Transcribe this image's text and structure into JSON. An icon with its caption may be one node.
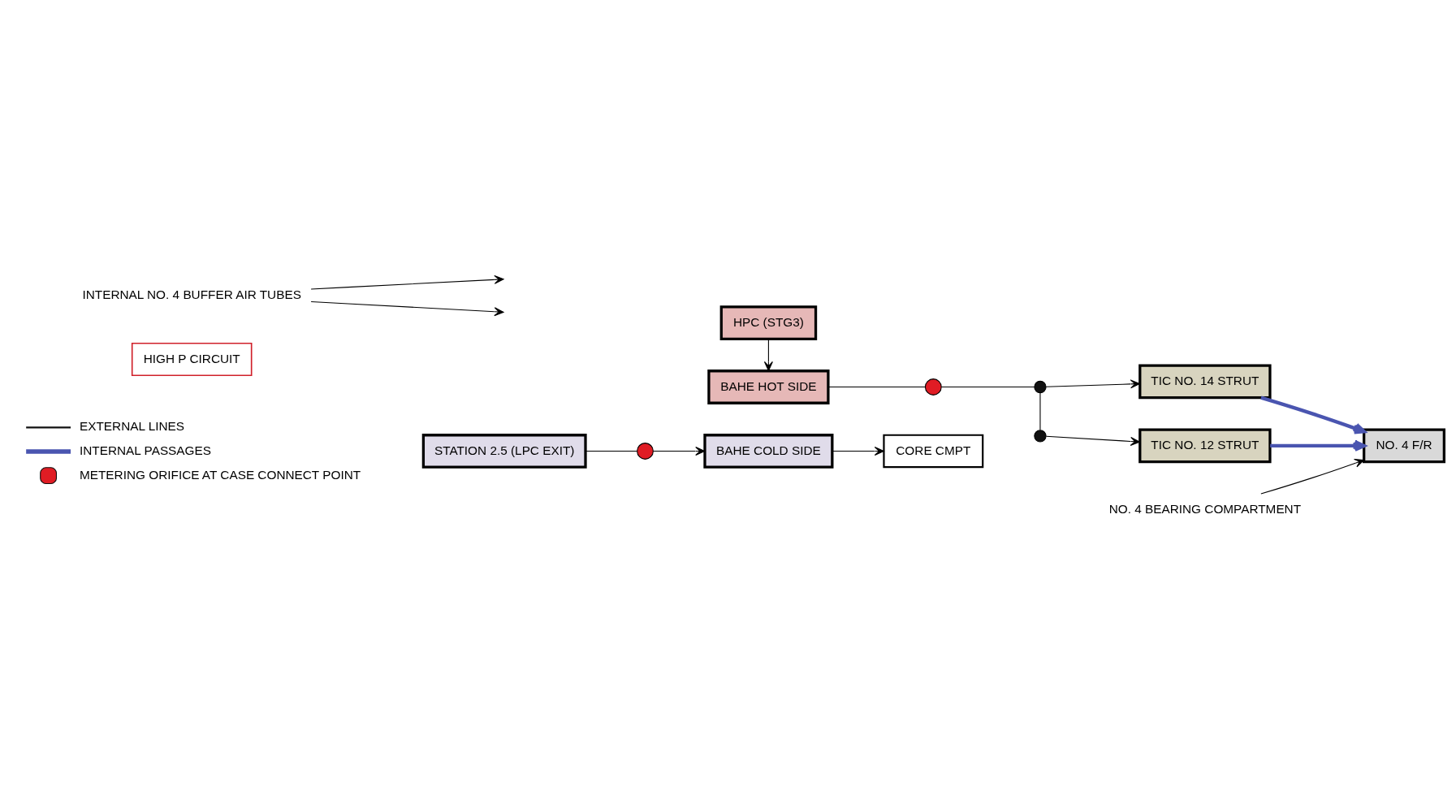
{
  "diagram": {
    "nodes": [
      {
        "text": [
          "STATION 2.5 (LPC EXIT)"
        ]
      },
      {
        "text": [],
        "shape": "circle"
      },
      {
        "text": [
          "BAHE COLD SIDE"
        ]
      },
      {
        "text": [
          "BAHE HOT SIDE"
        ]
      },
      {
        "text": [
          "CORE CMPT"
        ]
      },
      {
        "text": [
          "HPC (STG3)"
        ]
      },
      {
        "text": [
          "HIGH P CIRCUIT"
        ]
      },
      {
        "text": [],
        "shape": "circle"
      },
      {
        "text": [],
        "shape": "circle"
      },
      {
        "text": [],
        "shape": "circle"
      },
      {
        "text": [
          "TIC NO. 14 STRUT"
        ]
      },
      {
        "text": [
          "TIC NO. 12 STRUT"
        ]
      },
      {
        "text": [
          "INTERNAL NO. 4 BUFFER AIR TUBES"
        ]
      },
      {
        "text": [
          "NO. 4 F/R"
        ]
      },
      {
        "text": [
          "NO. 4 BEARING COMPARTMENT"
        ]
      }
    ],
    "edges": [
      {
        "from": 0,
        "to": 1,
        "arrow": "none"
      },
      {
        "from": 1,
        "to": 2,
        "arrow": "to"
      },
      {
        "from": 2,
        "to": 4,
        "arrow": "to"
      },
      {
        "from": 5,
        "to": 3,
        "arrow": "to"
      },
      {
        "from": 3,
        "to": 7,
        "arrow": "none"
      },
      {
        "from": 7,
        "to": 8,
        "arrow": "none"
      },
      {
        "from": 8,
        "to": 9,
        "arrow": "none"
      },
      {
        "from": 8,
        "to": 10,
        "arrow": "to"
      },
      {
        "from": 9,
        "to": 11,
        "arrow": "to"
      },
      {
        "from": 10,
        "to": 13,
        "arrow": "to",
        "style": "thick",
        "color": "#4a55b0"
      },
      {
        "from": 11,
        "to": 13,
        "arrow": "to",
        "style": "thick",
        "color": "#4a55b0"
      },
      {
        "from": 12,
        "to": null,
        "arrow": "to"
      },
      {
        "from": 12,
        "to": null,
        "arrow": "to"
      },
      {
        "from": 14,
        "to": 13,
        "arrow": "to"
      }
    ],
    "legend": [
      {
        "text": "EXTERNAL LINES"
      },
      {
        "text": "INTERNAL PASSAGES"
      },
      {
        "text": "METERING ORIFICE AT CASE CONNECT POINT"
      }
    ]
  }
}
